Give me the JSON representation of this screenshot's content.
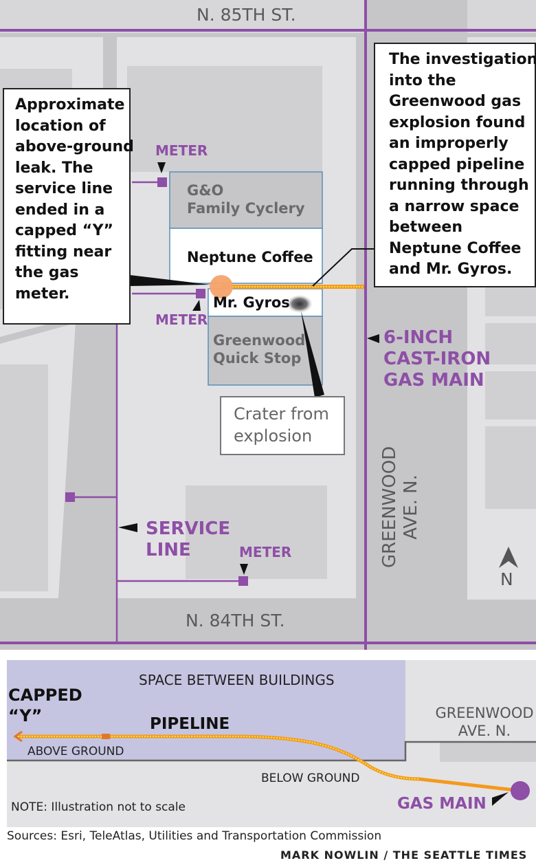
{
  "map": {
    "streets": {
      "north": "N. 85TH ST.",
      "south": "N. 84TH ST.",
      "avenue": "GREENWOOD\nAVE. N."
    },
    "meter_label": "METER",
    "service_line": "SERVICE\nLINE",
    "gas_main": "6-INCH\nCAST-IRON\nGAS MAIN",
    "buildings": {
      "cyclery": "G&O\nFamily Cyclery",
      "neptune": "Neptune Coffee",
      "gyros": "Mr. Gyros",
      "quickstop": "Greenwood\nQuick Stop"
    },
    "north": "N",
    "colors": {
      "gas_line": "#8e4fa6",
      "pipeline": "#f39a1e",
      "building_outline": "#5a8db8"
    }
  },
  "callouts": {
    "leak": "Approximate\nlocation of\nabove-ground\nleak. The\nservice line\nended in a\ncapped “Y”\nfitting near\nthe gas\nmeter.",
    "investigation": "The investigation\ninto the\nGreenwood gas\nexplosion found\nan improperly\ncapped pipeline\nrunning through\na narrow space\nbetween\nNeptune Coffee\nand Mr. Gyros.",
    "crater": "Crater from\nexplosion"
  },
  "profile": {
    "space_label": "SPACE BETWEEN BUILDINGS",
    "capped_y": "CAPPED\n“Y”",
    "pipeline": "PIPELINE",
    "above": "ABOVE GROUND",
    "below": "BELOW GROUND",
    "avenue": "GREENWOOD\nAVE. N.",
    "gas_main": "GAS MAIN",
    "note": "NOTE: Illustration not to scale"
  },
  "credits": {
    "sources": "Sources: Esri, TeleAtlas, Utilities and Transportation Commission",
    "byline": "MARK NOWLIN / THE SEATTLE TIMES"
  }
}
